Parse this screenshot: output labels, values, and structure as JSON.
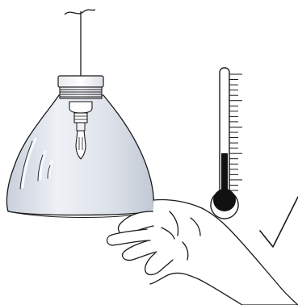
{
  "figure": {
    "elements": [
      "pendant-lamp",
      "light-bulb",
      "thermometer",
      "hand",
      "check-mark"
    ],
    "colors": {
      "line": "#1a1a1a",
      "shade_fill": "#dfe4ec",
      "shade_highlight": "#f7f9fc",
      "collar_fill": "#ffffff",
      "mercury": "#111111"
    },
    "thermometer_level": 0.32
  }
}
